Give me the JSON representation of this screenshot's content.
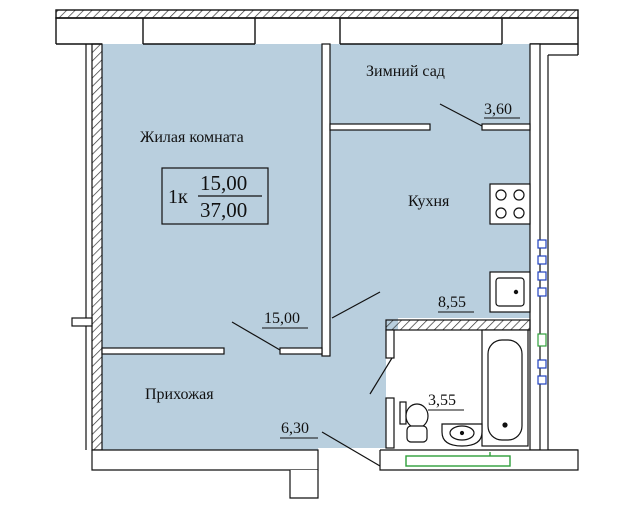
{
  "colors": {
    "floor": "#b9cfde",
    "wall": "#4a4a4a",
    "line": "#111111",
    "outlet_blue": "#1f3fbf",
    "outlet_green": "#2e9e3a"
  },
  "summary": {
    "type_label": "1к",
    "living_area": "15,00",
    "total_area": "37,00"
  },
  "rooms": {
    "living_room": {
      "name": "Жилая комната",
      "area": "15,00"
    },
    "winter_garden": {
      "name": "Зимний сад",
      "area": "3,60"
    },
    "kitchen": {
      "name": "Кухня",
      "area": "8,55"
    },
    "hallway": {
      "name": "Прихожая",
      "area": "6,30"
    },
    "bathroom": {
      "name": "",
      "area": "3,55"
    }
  },
  "fixtures": {
    "stove": "stove-icon",
    "sink": "kitchen-sink-icon",
    "bathtub": "bathtub-icon",
    "toilet": "toilet-icon",
    "washbasin": "washbasin-icon"
  }
}
